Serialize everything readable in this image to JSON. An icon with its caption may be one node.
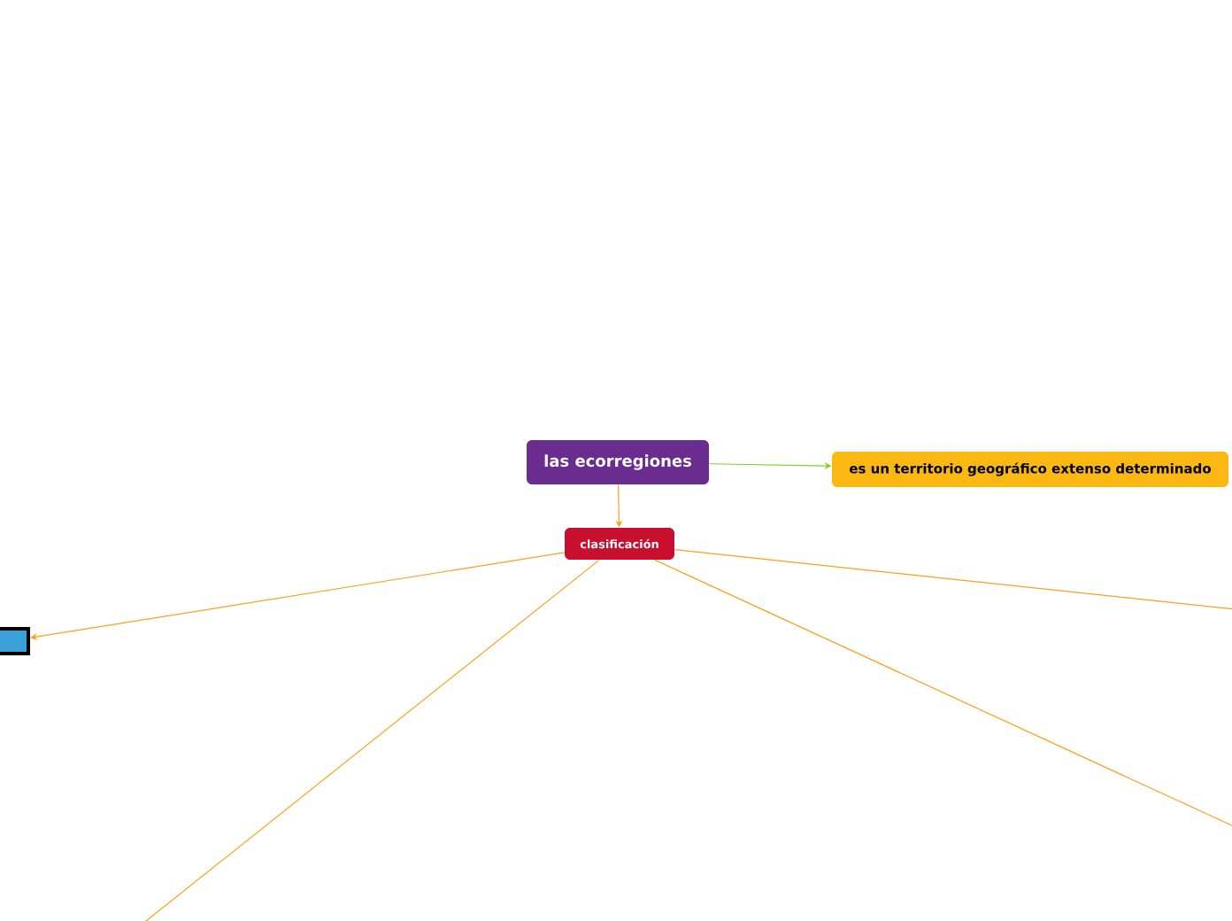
{
  "diagram": {
    "nodes": [
      {
        "text": [
          "las ecorregiones"
        ]
      },
      {
        "text": [
          "clasificación"
        ]
      },
      {
        "text": [
          "es un territorio geográfico extenso determinado"
        ]
      },
      {
        "text": [],
        "shape": "box"
      }
    ],
    "edges": [
      {
        "from": 0,
        "to": 1,
        "arrow": "to"
      },
      {
        "from": 0,
        "to": 2,
        "arrow": "to",
        "color": "#7ed321"
      },
      {
        "from": 1,
        "to": 3,
        "arrow": "to"
      },
      {
        "from": 1,
        "to": null,
        "arrow": "none"
      },
      {
        "from": 1,
        "to": null,
        "arrow": "none"
      },
      {
        "from": 1,
        "to": null,
        "arrow": "none"
      }
    ]
  }
}
